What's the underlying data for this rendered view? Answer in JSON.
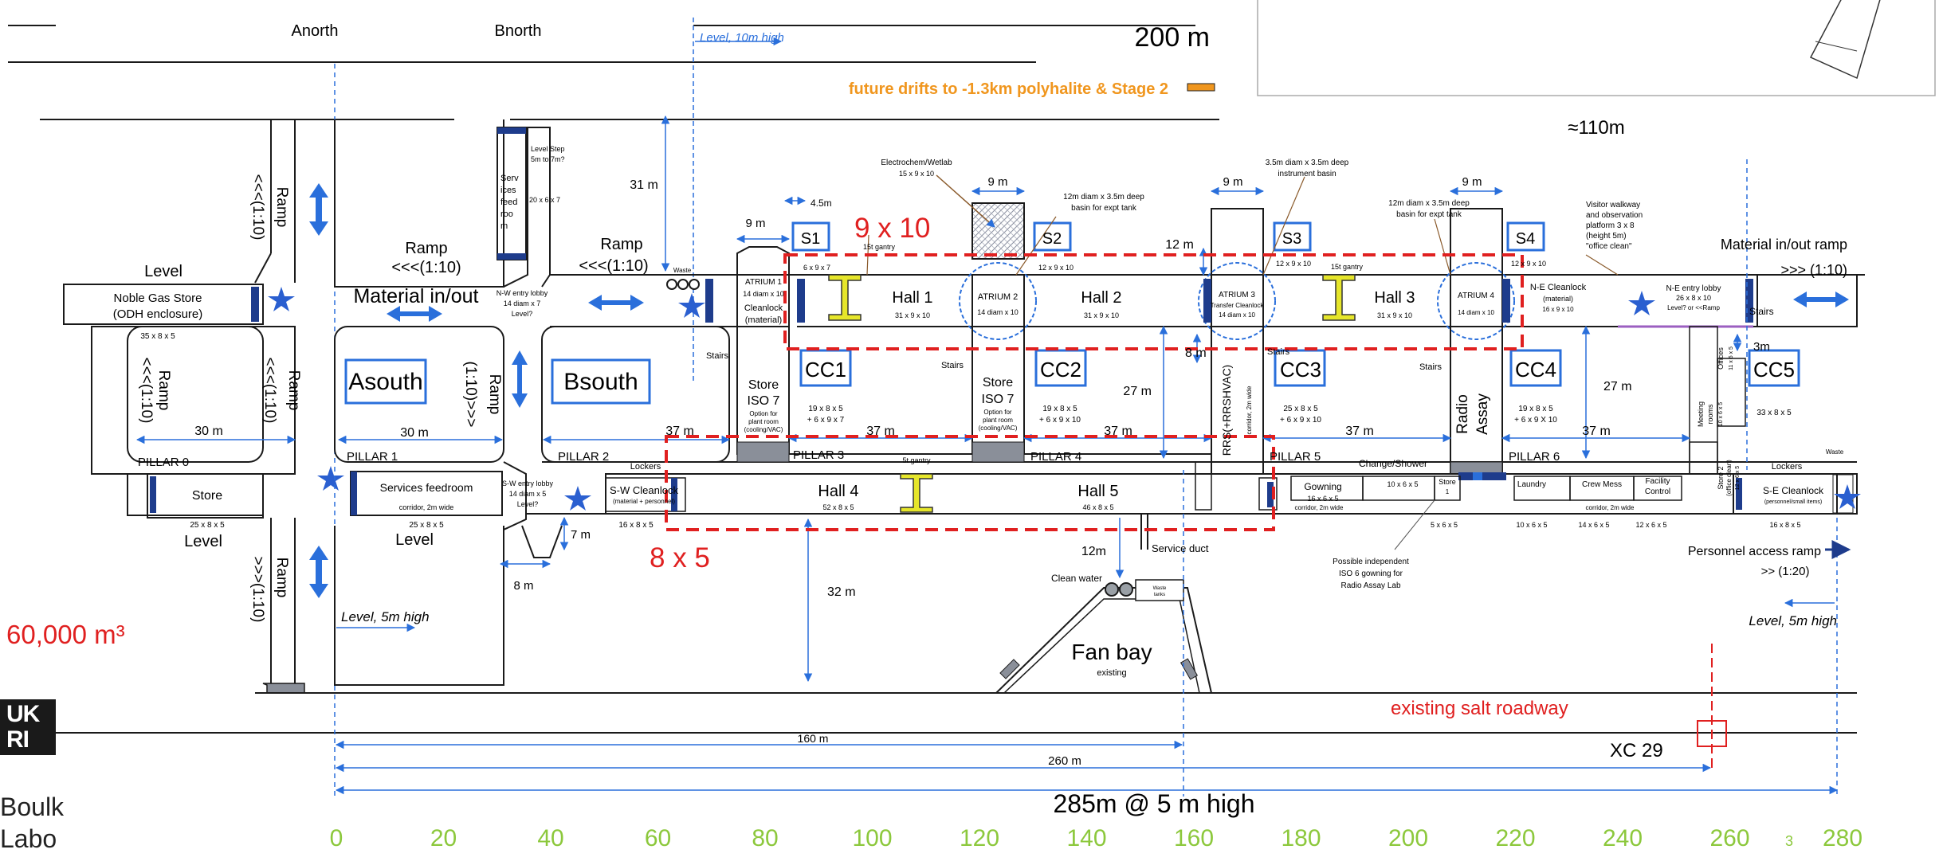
{
  "colors": {
    "wall": "#1a1a1a",
    "dim": "#2a6fdb",
    "box_blue": "#2a6fdb",
    "red": "#e02020",
    "orange": "#f0961e",
    "yellow": "#e6e62a",
    "green": "#8cc83c",
    "gray": "#9aa0a6"
  },
  "top": {
    "anorth": "Anorth",
    "bnorth": "Bnorth",
    "level_10m": "Level, 10m high",
    "m200": "200 m",
    "future": "future drifts to -1.3km polyhalite & Stage 2",
    "approx110": "≈110m"
  },
  "left": {
    "ramp_top": "Ramp",
    "ramp_top_slope": "<<<(1:10)",
    "level_top": "Level",
    "noble_gas": "Noble Gas Store",
    "odh": "(ODH enclosure)",
    "dims_35": "35 x 8 x 5",
    "ramp_left": "Ramp",
    "ramp_left_slope": "<<<(1:10)",
    "ramp_mid": "Ramp",
    "ramp_mid_slope": "<<<(1:10)",
    "m30": "30 m",
    "pillar0": "PILLAR 0",
    "store": "Store",
    "dims_25": "25 x 8 x 5",
    "level_bottom": "Level",
    "ramp_bottom": "Ramp",
    "ramp_bottom_slope": ">>>(1:10)",
    "volume": "60,000 m³"
  },
  "logo": {
    "uk": "UK",
    "ri": "RI",
    "line1": "Boulk",
    "line2": "Labo"
  },
  "asouth": {
    "ramp": "Ramp",
    "ramp_slope": "<<<(1:10)",
    "material": "Material in/out",
    "asouth": "Asouth",
    "ramp_v": "Ramp",
    "ramp_v_slope": "(1:10)>>>",
    "m30": "30 m",
    "pillar1": "PILLAR 1",
    "services": "Services feedroom",
    "corridor": "corridor, 2m wide",
    "dims": "25 x 8 x 5",
    "level": "Level",
    "level_5m": "Level, 5m high",
    "nw_lobby": "N-W entry lobby",
    "nw_dims": "14 diam x 7",
    "nw_level": "Level?",
    "sw_lobby": "S-W entry lobby",
    "sw_dims": "14 diam x 5",
    "sw_level": "Level?",
    "m8": "8 m"
  },
  "bsouth": {
    "feedroom_1": "Serv",
    "feedroom_2": "ices",
    "feedroom_3": "feed",
    "feedroom_4": "roo",
    "feedroom_5": "m",
    "feedroom_dims": "20 x 6 x 7",
    "level_step_1": "Level Step",
    "level_step_2": "5m to 7m?",
    "m31": "31 m",
    "ramp": "Ramp",
    "ramp_slope": "<<<(1:10)",
    "bsouth": "Bsouth",
    "m37": "37 m",
    "pillar2": "PILLAR 2",
    "lockers": "Lockers",
    "sw_clean": "S-W Cleanlock",
    "sw_clean_sub": "(material + personnel)",
    "sw_dims": "16 x 8 x 5",
    "m7": "7 m",
    "waste": "Waste"
  },
  "hall1": {
    "m9": "9 m",
    "m45": "4.5m",
    "s1": "S1",
    "s1_dims": "6 x 9 x 7",
    "atrium1": "ATRIUM 1",
    "atrium1_dims": "14 diam x 10",
    "cleanlock": "Cleanlock",
    "material": "(material)",
    "gantry": "15t gantry",
    "hall1": "Hall 1",
    "hall1_dims": "31 x 9 x 10",
    "stairs": "Stairs",
    "store": "Store",
    "iso7": "ISO 7",
    "option1": "Option for",
    "option2": "plant room",
    "option3": "(cooling/VAC)",
    "cc1": "CC1",
    "cc1_dims1": "19 x 8 x 5",
    "cc1_dims2": "+ 6 x 9 x 7",
    "m37": "37 m",
    "pillar3": "PILLAR 3"
  },
  "hall2": {
    "electro": "Electrochem/Wetlab",
    "electro_dims": "15 x 9 x 10",
    "m9": "9 m",
    "basin1": "12m diam x 3.5m deep",
    "basin2": "basin for expt tank",
    "s2": "S2",
    "s2_dims": "12 x 9 x 10",
    "atrium2": "ATRIUM 2",
    "atrium2_dims": "14 diam x 10",
    "hall2": "Hall 2",
    "hall2_dims": "31 x 9 x 10",
    "stairs": "Stairs",
    "store": "Store",
    "iso7": "ISO 7",
    "option1": "Option for",
    "option2": "plant room",
    "option3": "(cooling/VAC)",
    "cc2": "CC2",
    "cc2_dims1": "19 x 8 x 5",
    "cc2_dims2": "+ 6 x 9 x 10",
    "m27": "27 m",
    "m12": "12 m",
    "m37": "37 m",
    "pillar4": "PILLAR 4"
  },
  "redbox": {
    "upper": "9 x 10",
    "lower": "8 x 5"
  },
  "hall45": {
    "gantry": "5t gantry",
    "hall4": "Hall 4",
    "hall4_dims": "52 x 8 x 5",
    "hall5": "Hall 5",
    "hall5_dims": "46 x 8 x 5",
    "m32": "32 m",
    "m12": "12m",
    "service": "Service duct",
    "clean_water": "Clean water",
    "waste_tanks1": "Waste",
    "waste_tanks2": "tanks",
    "fan_bay": "Fan bay",
    "existing": "existing"
  },
  "hall3": {
    "basin_a1": "3.5m diam x 3.5m deep",
    "basin_a2": "instrument basin",
    "m9": "9 m",
    "s3": "S3",
    "s3_dims": "12 x 9 x 10",
    "gantry": "15t gantry",
    "hall3": "Hall 3",
    "hall3_dims": "31 x 9 x 10",
    "atrium3": "ATRIUM 3",
    "atrium3_sub": "Transfer Cleanlock",
    "atrium3_dims": "14 diam x 10",
    "m8": "8 m",
    "stairs": "Stairs",
    "cc3": "CC3",
    "cc3_dims1": "25 x 8 x 5",
    "cc3_dims2": "+ 6 x 9 x 10",
    "rrs": "RRS(+RRSHVAC)",
    "corridor_v": "corridor, 2m wide",
    "m37": "37 m",
    "pillar5": "PILLAR 5",
    "change": "Change/Shower",
    "change_dims": "10 x 6 x 5",
    "gowning": "Gowning",
    "gowning_dims": "16 x 6 x 5",
    "corridor": "corridor, 2m wide",
    "store": "Store",
    "store_no": "1",
    "store_dims": "5 x 6 x 5",
    "possible1": "Possible independent",
    "possible2": "ISO 6 gowning for",
    "possible3": "Radio Assay Lab"
  },
  "hall4r": {
    "m9": "9 m",
    "basin1": "12m diam x 3.5m deep",
    "basin2": "basin for expt tank",
    "s4": "S4",
    "s4_dims": "12 x 9 x 10",
    "atrium4": "ATRIUM 4",
    "atrium4_dims": "14 diam x 10",
    "ne_clean": "N-E Cleanlock",
    "ne_clean_sub": "(material)",
    "ne_clean_dims": "16 x 9 x 10",
    "ne_lobby": "N-E entry lobby",
    "ne_lobby_dims": "26 x 8 x 10",
    "ne_lobby_level": "Level? or <<Ramp",
    "radio": "Radio",
    "assay": "Assay",
    "stairs": "Stairs",
    "cc4": "CC4",
    "cc4_dims1": "19 x 8 x 5",
    "cc4_dims2": "+ 6 x 9 X 10",
    "m27": "27 m",
    "m37": "37 m",
    "pillar6": "PILLAR 6",
    "laundry": "Laundry",
    "laundry_dims": "10 x 6 x 5",
    "crew": "Crew Mess",
    "crew_dims": "14 x 6 x 5",
    "facility1": "Facility",
    "facility2": "Control",
    "facility_dims": "12 x 6 x 5",
    "corridor": "corridor, 2m wide"
  },
  "right": {
    "visitor1": "Visitor walkway",
    "visitor2": "and observation",
    "visitor3": "platform 3 x 8",
    "visitor4": "(height 5m)",
    "visitor5": "\"office clean\"",
    "material": "Material in/out ramp",
    "material_slope": ">>> (1:10)",
    "stairs": "Stairs",
    "m3": "3m",
    "offices": "Offices",
    "offices_dims": "11 x 6 x 5",
    "meeting": "Meeting",
    "rooms": "rooms",
    "meeting_dims": "10 x 6 x 5",
    "store2": "Store 2",
    "office_clean": "(office clean)",
    "store2_dims": "12 x 6 x 5",
    "cc5": "CC5",
    "cc5_dims": "33 x 8 x 5",
    "lockers": "Lockers",
    "waste": "Waste",
    "se_clean": "S-E Cleanlock",
    "se_clean_sub": "(personnel/small items)",
    "se_dims": "16 x 8 x 5",
    "personnel": "Personnel access ramp",
    "personnel_slope": ">> (1:20)",
    "level_5m": "Level, 5m high",
    "existing_salt": "existing salt roadway",
    "xc29": "XC 29"
  },
  "bottom": {
    "m160": "160 m",
    "m260": "260 m",
    "m285": "285m @ 5 m high",
    "page": "3",
    "ticks": [
      "0",
      "20",
      "40",
      "60",
      "80",
      "100",
      "120",
      "140",
      "160",
      "180",
      "200",
      "220",
      "240",
      "260",
      "280"
    ]
  }
}
